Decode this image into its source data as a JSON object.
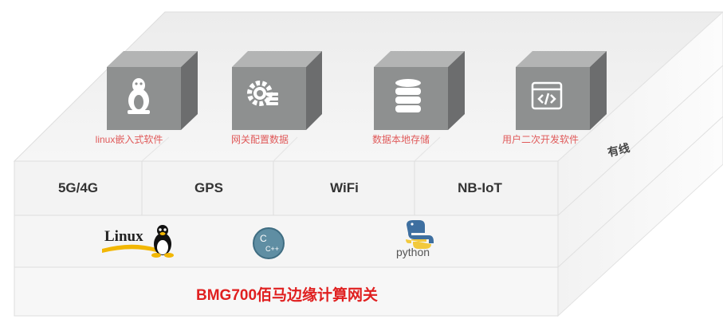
{
  "modules": [
    {
      "label": "linux嵌入式软件",
      "icon": "linux-penguin-icon"
    },
    {
      "label": "网关配置数据",
      "icon": "gear-config-icon"
    },
    {
      "label": "数据本地存储",
      "icon": "database-icon"
    },
    {
      "label": "用户二次开发软件",
      "icon": "code-window-icon"
    }
  ],
  "connectivity": [
    {
      "label": "5G/4G"
    },
    {
      "label": "GPS"
    },
    {
      "label": "WiFi"
    },
    {
      "label": "NB-IoT"
    }
  ],
  "side_label": "有线",
  "platforms": {
    "linux_logo_text": "Linux",
    "cpp_logo_text_c": "C",
    "cpp_logo_text_cpp": "C++",
    "python_logo_text": "python"
  },
  "product_name": "BMG700佰马边缘计算网关",
  "colors": {
    "accent_red": "#e02020",
    "module_label": "#e05a5a",
    "cube_front": "#8e9090",
    "cube_top": "#b3b4b4",
    "cube_side": "#6c6d6e"
  }
}
